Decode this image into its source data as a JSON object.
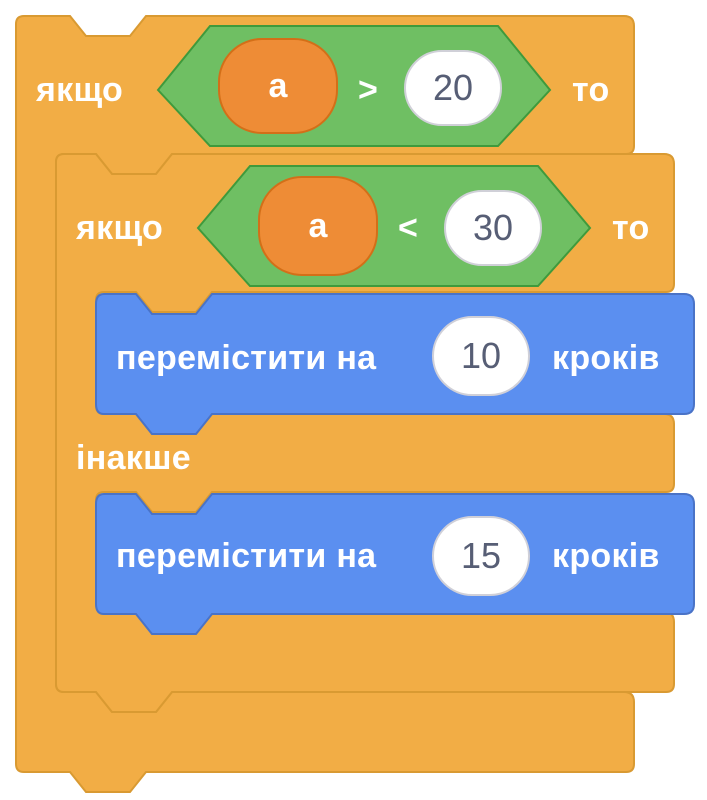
{
  "colors": {
    "control": "#f2ad45",
    "control_border": "#d99a32",
    "operator": "#6fbf63",
    "operator_border": "#3f9a3c",
    "variable": "#ee8c36",
    "motion": "#5b8ff0",
    "motion_border": "#4a73c7"
  },
  "outer_if": {
    "keyword": "якщо",
    "condition": {
      "variable": "a",
      "operator": ">",
      "value": "20"
    },
    "then_word": "то"
  },
  "inner_if_else": {
    "keyword": "якщо",
    "condition": {
      "variable": "a",
      "operator": "<",
      "value": "30"
    },
    "then_word": "то",
    "else_word": "інакше"
  },
  "move_then": {
    "prefix": "перемістити на",
    "value": "10",
    "suffix": "кроків"
  },
  "move_else": {
    "prefix": "перемістити на",
    "value": "15",
    "suffix": "кроків"
  }
}
